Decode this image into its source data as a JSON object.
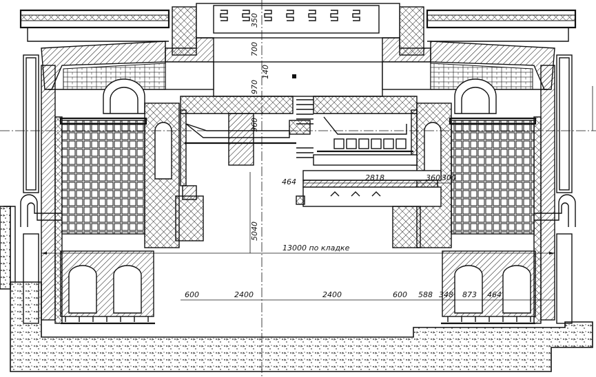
{
  "drawing": {
    "type": "furnace-cross-section",
    "colors": {
      "ink": "#111111",
      "paper": "#ffffff"
    }
  },
  "dimensions": {
    "width_total": "13000 по кладке",
    "d_600_left": "600",
    "d_2400_left": "2400",
    "d_2400_right": "2400",
    "d_600_right": "600",
    "d_588": "588",
    "d_348": "348",
    "d_873": "873",
    "d_464_bottom": "464",
    "d_464_mid": "464",
    "d_2818": "2818",
    "d_360": "360",
    "d_300": "300",
    "v_5040": "5040",
    "v_970": "970",
    "v_140": "140",
    "v_960": "960",
    "v_700": "700",
    "v_350": "350"
  }
}
